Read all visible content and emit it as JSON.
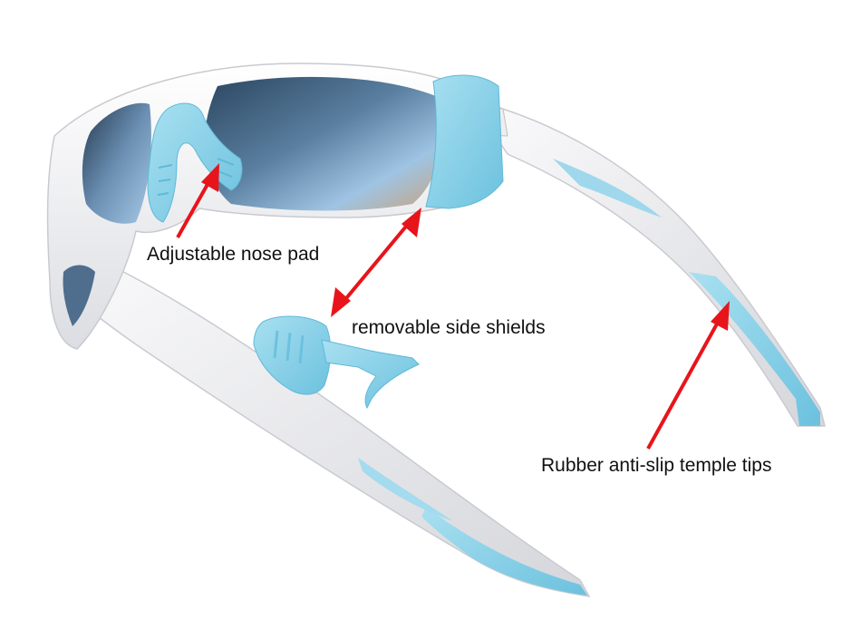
{
  "annotations": {
    "nose_pad": "Adjustable nose pad",
    "side_shields": "removable side shields",
    "temple_tips": "Rubber anti-slip temple tips"
  },
  "colors": {
    "frame": "#f4f4f6",
    "frame_shadow": "#d9dadf",
    "accent_blue": "#8fd3ea",
    "accent_blue_dark": "#5fb9d9",
    "lens": "#3c5a78",
    "lens_highlight": "#7fa6c9",
    "arrow": "#e8141b"
  }
}
